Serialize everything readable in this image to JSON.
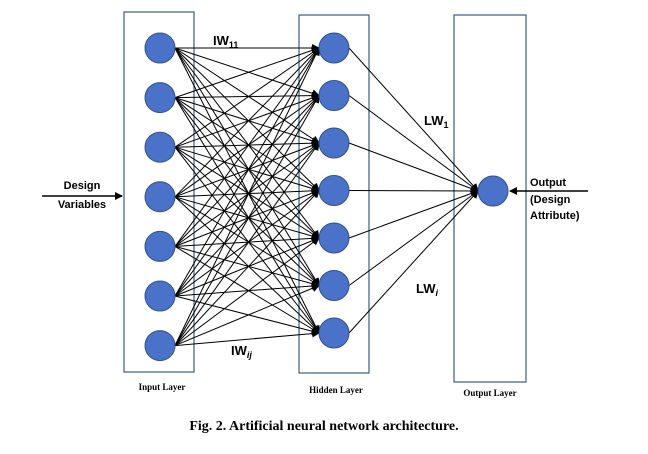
{
  "layers": {
    "input_label": "Input Layer",
    "hidden_label": "Hidden Layer",
    "output_label": "Output Layer",
    "input_nodes": 7,
    "hidden_nodes": 7,
    "output_nodes": 1
  },
  "weights": {
    "iw_first": {
      "base": "IW",
      "sub": "11"
    },
    "iw_last": {
      "base": "IW",
      "sub": "ij"
    },
    "lw_first": {
      "base": "LW",
      "sub": "1"
    },
    "lw_last": {
      "base": "LW",
      "sub": "i"
    }
  },
  "input_side": {
    "line1": "Design",
    "line2": "Variables"
  },
  "output_side": {
    "line1": "Output",
    "line2": "(Design",
    "line3": "Attribute)"
  },
  "caption": "Fig. 2. Artificial neural network architecture."
}
